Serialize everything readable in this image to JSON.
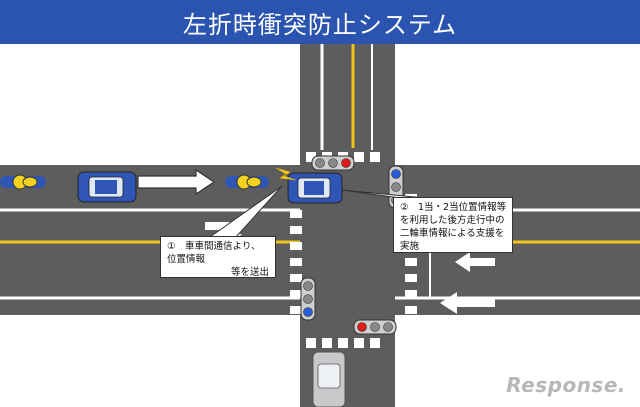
{
  "title": "左折時衝突防止システム",
  "callout_1": {
    "line1": "①　車車間通信より、",
    "line2": "位置情報",
    "line3": "等を送出"
  },
  "callout_2": {
    "line1": "②　1当・2当位置情報等",
    "line2": "を利用した後方走行中の",
    "line3": "二輪車情報による支援を",
    "line4": "実施"
  },
  "watermark": "Response.",
  "colors": {
    "banner": "#2b54b0",
    "road": "#5d5d5d",
    "lane_marking_yellow": "#f0c419",
    "car_body": "#2f56b5",
    "signal_red": "#e01b1b",
    "signal_blue": "#2a5bd6"
  },
  "icons": [
    "motorcycle-icon",
    "car-icon",
    "traffic-signal-icon",
    "arrow-icon",
    "lightning-icon"
  ]
}
